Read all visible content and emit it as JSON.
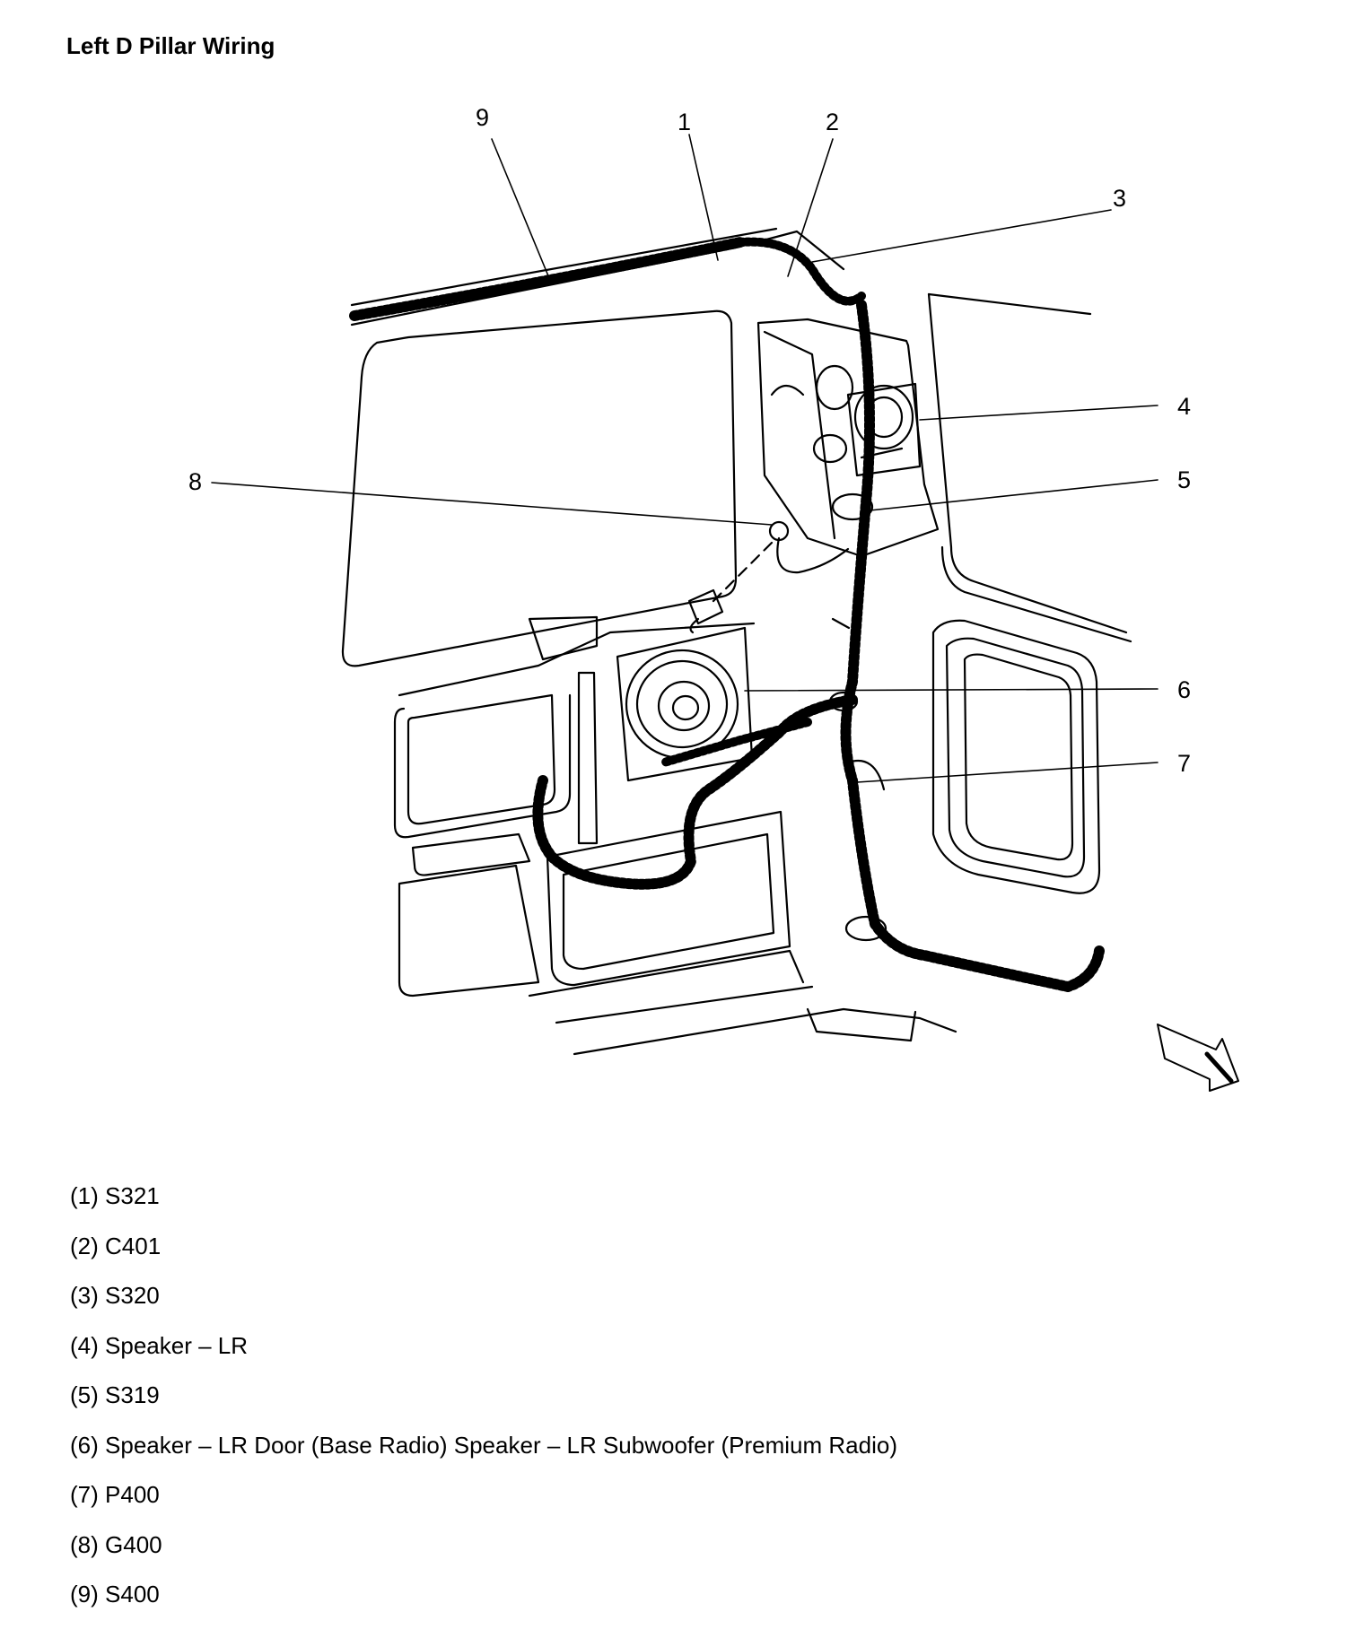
{
  "title": "Left D Pillar Wiring",
  "callouts": [
    "9",
    "1",
    "2",
    "3",
    "4",
    "5",
    "6",
    "7",
    "8"
  ],
  "legend": [
    {
      "num": "(1)",
      "label": "S321"
    },
    {
      "num": "(2)",
      "label": "C401"
    },
    {
      "num": "(3)",
      "label": "S320"
    },
    {
      "num": "(4)",
      "label": "Speaker – LR"
    },
    {
      "num": "(5)",
      "label": "S319"
    },
    {
      "num": "(6)",
      "label": "Speaker – LR Door (Base Radio) Speaker – LR Subwoofer (Premium Radio)"
    },
    {
      "num": "(7)",
      "label": "P400"
    },
    {
      "num": "(8)",
      "label": "G400"
    },
    {
      "num": "(9)",
      "label": "S400"
    }
  ]
}
